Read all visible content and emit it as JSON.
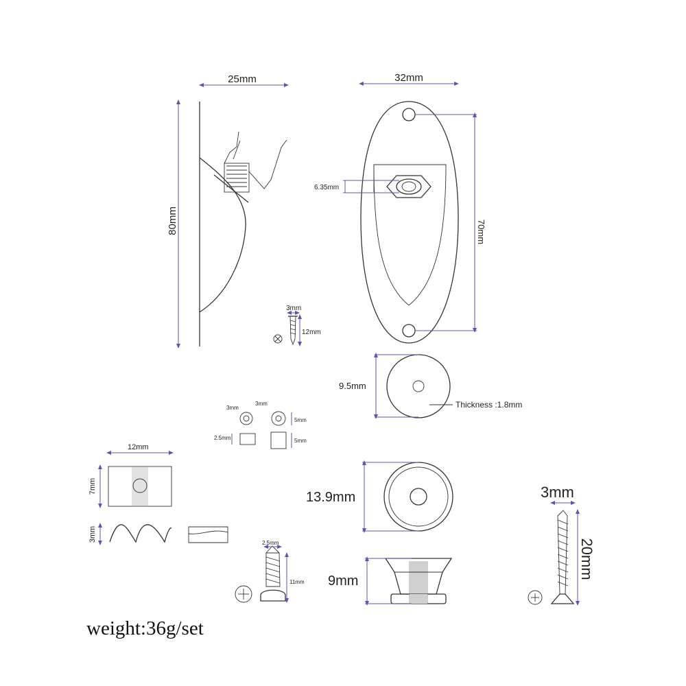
{
  "labels": {
    "side_width": "25mm",
    "plate_width": "32mm",
    "height_total": "80mm",
    "jack_size": "6.35mm",
    "hole_spacing": "70mm",
    "screw_small_d": "3mm",
    "screw_small_len": "12mm",
    "washer_d": "9.5mm",
    "washer_thickness": "Thickness :1.8mm",
    "spacer_d1": "3mm",
    "spacer_d2": "3mm",
    "spacer_h1": "5mm",
    "spacer_w": "2.5mm",
    "spacer_h2": "5mm",
    "clip_w": "12mm",
    "clip_h": "7mm",
    "clip_t": "3mm",
    "screw_mid_d": "2.5mm",
    "screw_mid_len": "11mm",
    "ferrule_d": "13.9mm",
    "ferrule_h": "9mm",
    "screw_big_d": "3mm",
    "screw_big_len": "20mm"
  },
  "weight": "weight:36g/set",
  "colors": {
    "dimension_line": "#6a4fb0",
    "outline": "#333333",
    "fill_gray": "#e6e6e6"
  }
}
